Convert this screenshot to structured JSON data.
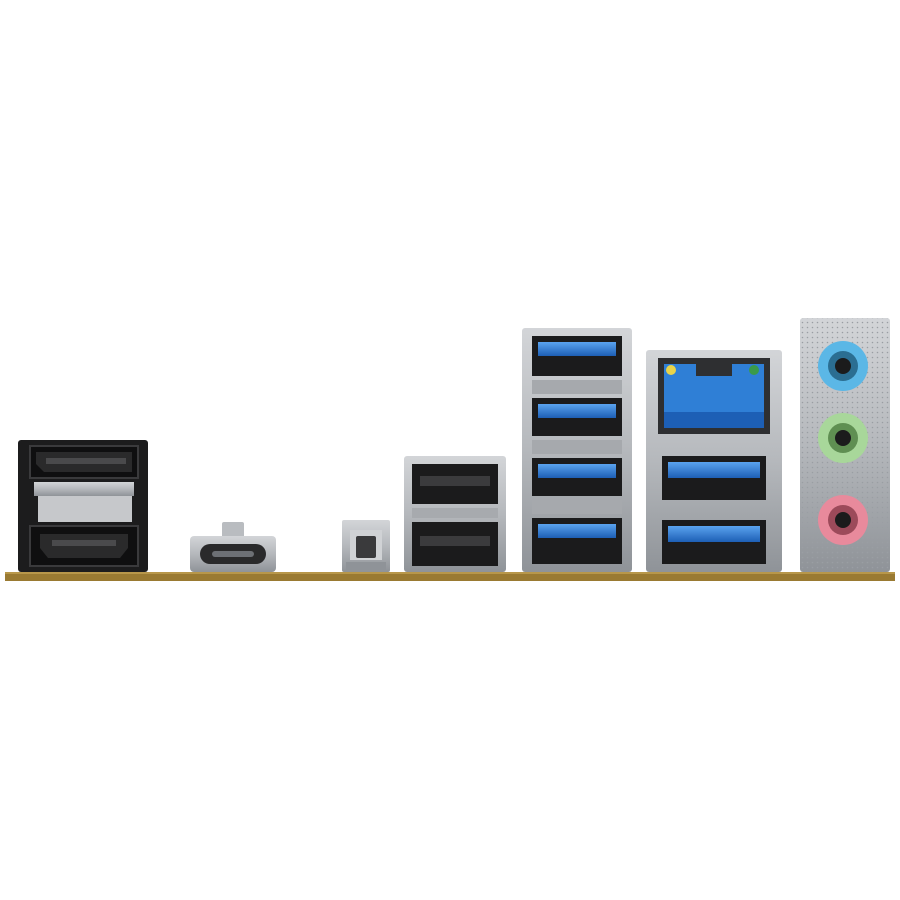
{
  "colors": {
    "background": "#ffffff",
    "pcb": "#9a7a32",
    "metal": "#b9bcc0",
    "metal_dark": "#7e8287",
    "black": "#1b1b1c",
    "usb3_blue": "#2f7fd6",
    "audio_blue": "#5bb7e6",
    "audio_green": "#a8d79a",
    "audio_pink": "#e88a9c"
  },
  "components": [
    {
      "name": "displayport-hdmi-stack",
      "icon": "video-ports"
    },
    {
      "name": "usb-c-port",
      "icon": "usb-c"
    },
    {
      "name": "bios-flashback-button",
      "icon": "push-button"
    },
    {
      "name": "usb2-stack",
      "icon": "usb-a"
    },
    {
      "name": "usb3-quad-stack",
      "icon": "usb-a-blue"
    },
    {
      "name": "lan-usb3-stack",
      "icon": "rj45"
    },
    {
      "name": "audio-jacks",
      "icon": "audio-jack"
    }
  ]
}
